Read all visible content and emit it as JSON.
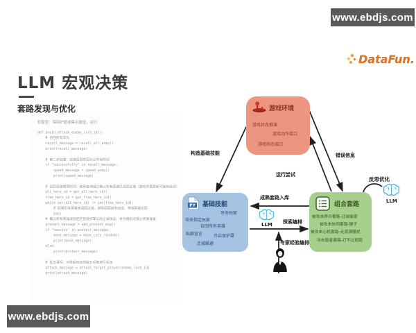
{
  "watermarks": {
    "top_right": "www.ebdjs.com",
    "bottom_left": "www.ebdjs.com"
  },
  "logo": {
    "text": "DataFun."
  },
  "slide": {
    "title": "LLM 宏观决策",
    "subtitle": "套路发现与优化",
    "code_caption": "机智型：保持护盾或集合撤退，运行",
    "code_lines": [
      "def avoid_attack_enemy_lord_id():",
      "    # 召回所有军队",
      "    recall_message = recall_all_army()",
      "    print(recall_message)",
      "",
      "    # 第二步加速：加速召回的军队以节省时间",
      "    if \"successfully\" in recall_message:",
      "        speed_message = speed_army()",
      "        print(speed_message)",
      "",
      "    # 召回英雄需要时间：使用查询接口确认所有英雄已返回主城（游戏界面更新可能有延迟）",
      "    all_hero_id = get_all_hero_id()",
      "    free_hero_id = get_free_hero_id()",
      "    while set(all_hero_id) != set(free_hero_id):",
      "        # 如果仍有英雄未返回主城，说明召回尚未完成，等待英雄返回",
      "        pass",
      "    # 确认所有英雄返回后开启保护罩以防止被攻击，并为随机迁城止损做准备",
      "    protect_message = add_protect_msg()",
      "    if \"success\" in protect_message:",
      "        move_message = move_city_random()",
      "        print(move_message)",
      "    else:",
      "        print(protect_message)",
      "",
      "    # 反击目标：对发起攻击的敌方玩家进行反击",
      "    attack_message = attack_target_player(enemy_lord_id)",
      "    print(attack_message)"
    ]
  },
  "diagram": {
    "game_env": {
      "title": "游戏环境",
      "items": [
        "游戏状态推演",
        "游戏动作接口",
        "游戏状态接口"
      ]
    },
    "basic_skills": {
      "title": "基础技能",
      "icon_label": "PY",
      "items": [
        "攻击玩家",
        "攻击指定玩家",
        "召回所有英雄",
        "私聊宣言",
        "开启保护罩",
        "迁城躲避"
      ]
    },
    "combo": {
      "title": "组合套路",
      "items": [
        "被攻击养兵套路-迁城偷家",
        "被攻击协同套路-猴子",
        "被攻击心机套路-无资源骚扰",
        "攻击智者套路-打不过就跑"
      ]
    },
    "labels": {
      "build_skills": "构造基础技能",
      "run_try": "运行尝试",
      "error_info": "错误信息",
      "mature_to_lib": "成熟套路入库",
      "explore": "探索编排",
      "expert": "专家经验编排",
      "reflect": "反思优化",
      "llm": "LLM"
    },
    "colors": {
      "game_env_bg": "#EC9680",
      "basic_skills_bg": "#A6C3E1",
      "combo_bg": "#A7D08D",
      "arrow": "#1F1F1F",
      "brain": "#3FB0D8",
      "joystick": "#C0392B",
      "logo_orange": "#D9742B"
    }
  }
}
